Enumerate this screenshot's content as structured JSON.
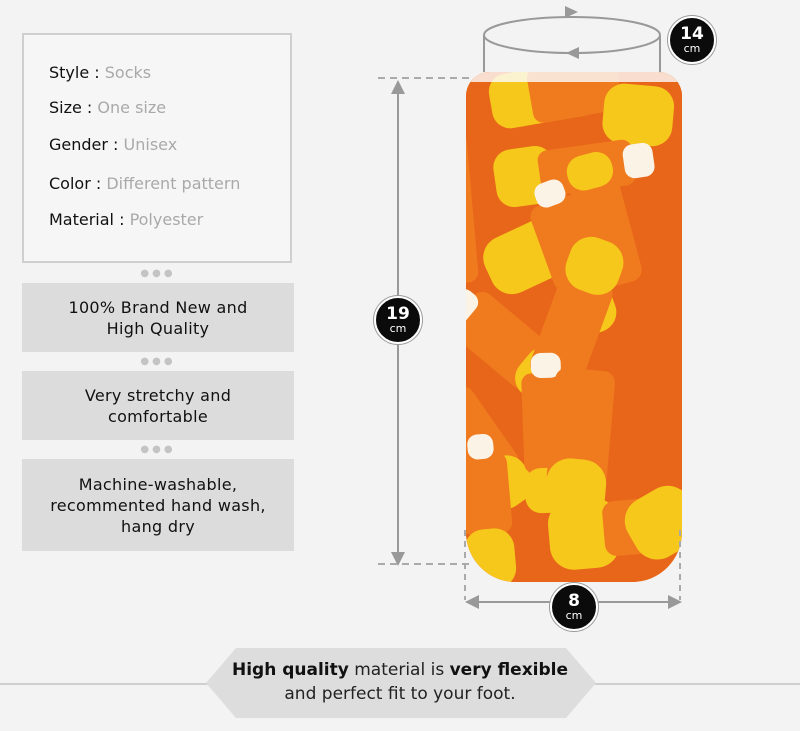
{
  "specs": [
    {
      "key": "Style",
      "value": "Socks"
    },
    {
      "key": "Size",
      "value": "One size"
    },
    {
      "key": "Gender",
      "value": "Unisex"
    },
    {
      "key": "Color",
      "value": "Different pattern"
    },
    {
      "key": "Material",
      "value": "Polyester"
    }
  ],
  "features": [
    "100% Brand New and\nHigh Quality",
    "Very stretchy and\ncomfortable",
    "Machine-washable,\nrecommented hand wash,\nhang dry"
  ],
  "dimensions": {
    "width": {
      "num": "14",
      "unit": "cm"
    },
    "height": {
      "num": "19",
      "unit": "cm"
    },
    "foot": {
      "num": "8",
      "unit": "cm"
    }
  },
  "banner": {
    "line1_bold_a": "High quality",
    "line1_mid": " material is ",
    "line1_bold_b": "very flexible",
    "line2": "and perfect fit to your foot."
  },
  "colors": {
    "candy_orange": "#f07a1e",
    "candy_yellow": "#f6c81b",
    "candy_white": "#fbf3e6",
    "badge": "#0b0b0b"
  }
}
